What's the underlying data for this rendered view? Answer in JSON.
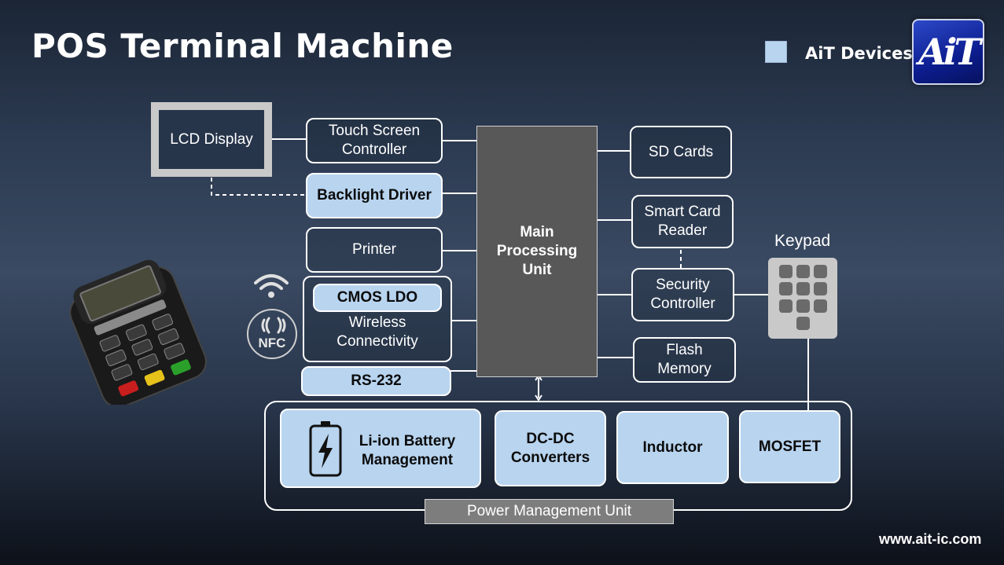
{
  "title": "POS Terminal Machine",
  "legend": {
    "label": "AiT Devices",
    "color": "#b8d4ef"
  },
  "logo": {
    "icon": "ait-logo"
  },
  "blocks": {
    "lcd_display": "LCD Display",
    "touch_screen_controller": "Touch Screen Controller",
    "backlight_driver": "Backlight Driver",
    "printer": "Printer",
    "cmos_ldo": "CMOS LDO",
    "wireless_connectivity": "Wireless Connectivity",
    "rs232": "RS-232",
    "main_processing_unit": "Main Processing Unit",
    "sd_cards": "SD Cards",
    "smart_card_reader": "Smart Card Reader",
    "security_controller": "Security Controller",
    "flash_memory": "Flash Memory",
    "keypad": "Keypad",
    "li_ion_battery": "Li-ion Battery Management",
    "dc_dc_converters": "DC-DC Converters",
    "inductor": "Inductor",
    "mosfet": "MOSFET",
    "power_management_unit": "Power Management Unit"
  },
  "icons": {
    "nfc": "NFC",
    "wifi": "wifi-icon",
    "battery": "battery-charging-icon",
    "terminal": "pos-terminal-image"
  },
  "website": "www.ait-ic.com"
}
